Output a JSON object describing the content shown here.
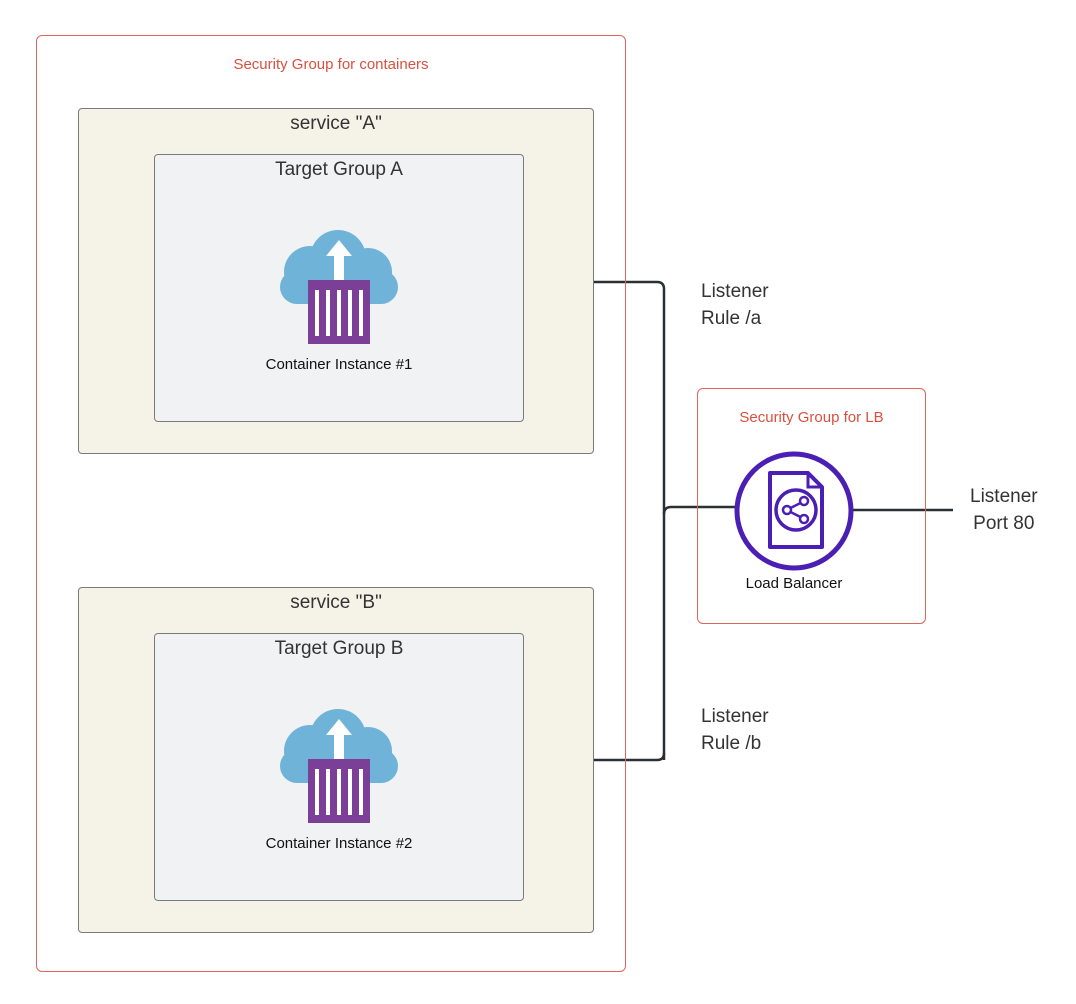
{
  "containers_group": {
    "title": "Security Group for containers",
    "service_a": {
      "title": "service \"A\"",
      "target_group": "Target Group A",
      "instance": "Container Instance #1"
    },
    "service_b": {
      "title": "service \"B\"",
      "target_group": "Target Group B",
      "instance": "Container Instance #2"
    }
  },
  "lb_group": {
    "title": "Security Group for LB",
    "load_balancer": "Load Balancer"
  },
  "listener_rule_a": "Listener\nRule /a",
  "listener_rule_b": "Listener\nRule /b",
  "listener_port": "Listener\nPort 80",
  "icons": {
    "container_instance": "cloud-upload-container-icon",
    "load_balancer": "load-balancer-share-icon"
  },
  "colors": {
    "security_group_border": "#e0655a",
    "security_group_text": "#d9503f",
    "service_fill": "#f5f3e7",
    "target_group_fill": "#f1f2f4",
    "cloud": "#6fb4d8",
    "container": "#7b3f98",
    "load_balancer": "#4b1fb3",
    "connector": "#2b3035"
  }
}
